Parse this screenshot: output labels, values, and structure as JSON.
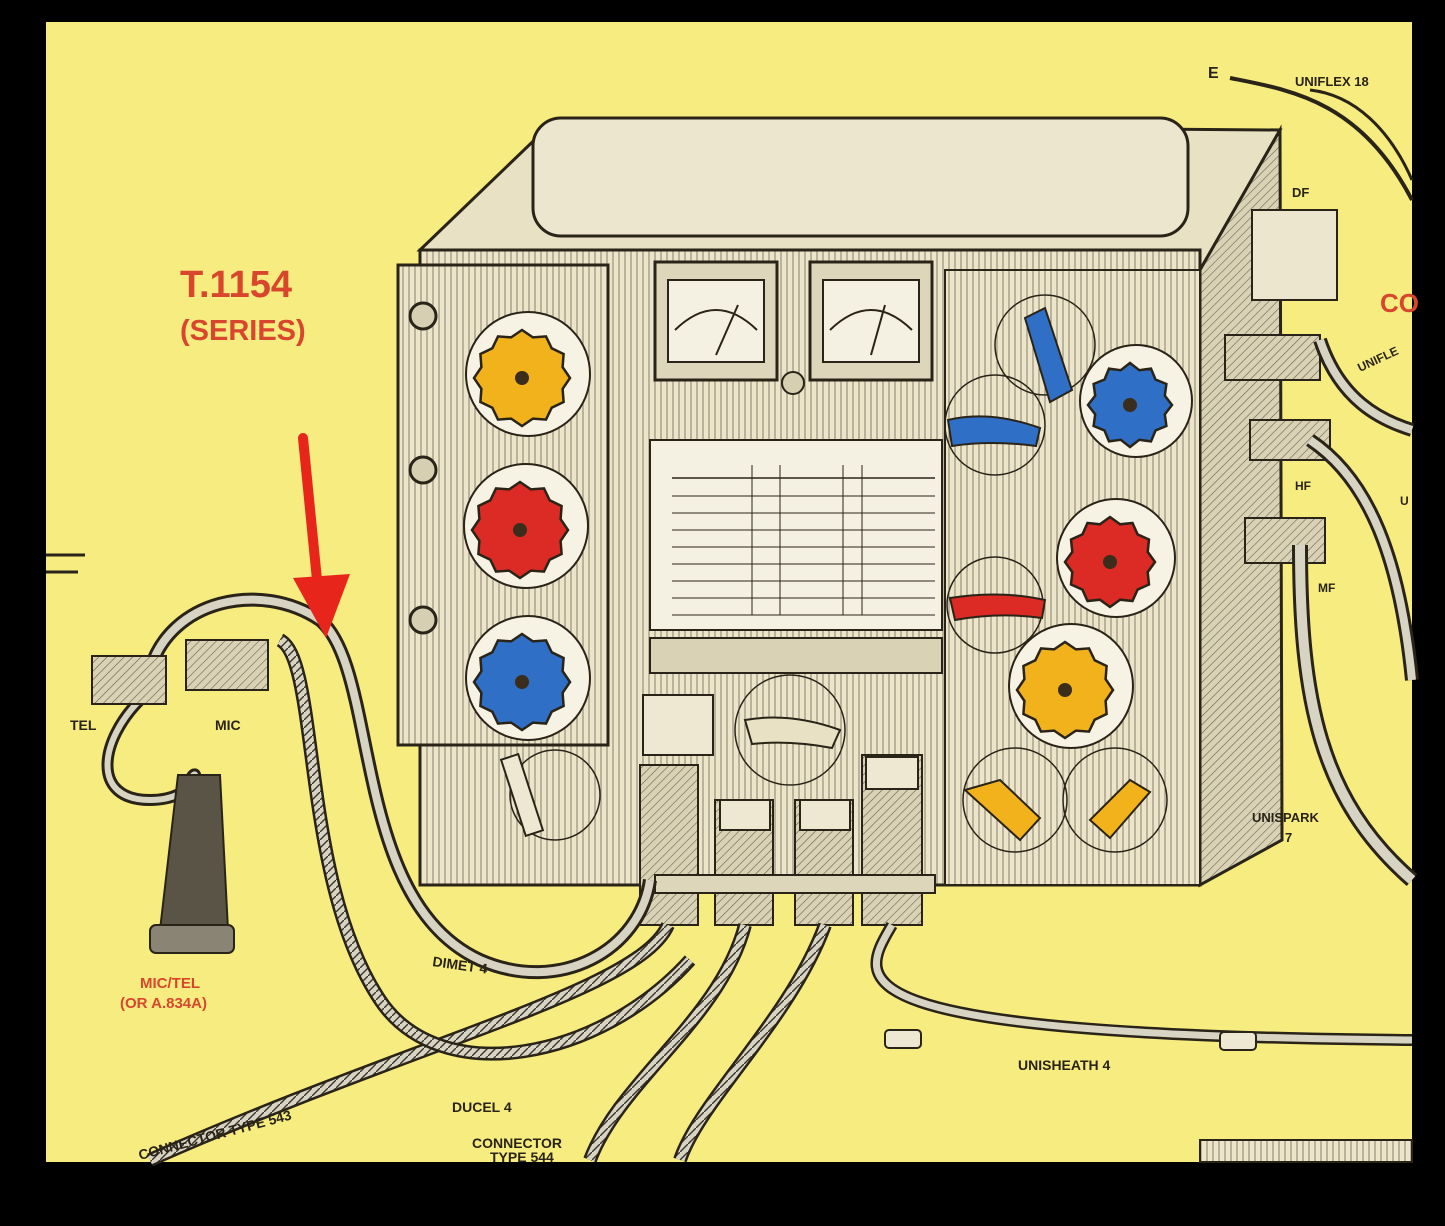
{
  "title": {
    "line1": "T.1154",
    "line2": "(SERIES)"
  },
  "labels": {
    "tel": "TEL",
    "mic": "MIC",
    "mictel_line1": "MIC/TEL",
    "mictel_line2": "(OR A.834A)",
    "dimet": "DIMET 4",
    "ducel": "DUCEL 4",
    "connector_543": "CONNECTOR TYPE 543",
    "connector_544_line1": "CONNECTOR",
    "connector_544_line2": "TYPE 544",
    "unisheath": "UNISHEATH 4",
    "unispark_line1": "UNISPARK",
    "unispark_line2": "7",
    "uniflex": "UNIFLEX 18",
    "e": "E",
    "df": "DF",
    "hf": "HF",
    "mf": "MF",
    "unifle": "UNIFLE",
    "co": "CO",
    "u": "U"
  },
  "colors": {
    "paper": "#f7ec7f",
    "frame": "#000000",
    "ink": "#2a2418",
    "title_red": "#d8472d",
    "arrow": "#e8251b",
    "knob_yellow": "#f2b21c",
    "knob_red": "#dc2a24",
    "knob_blue": "#2f6fc6",
    "panel": "#e9e2c7"
  },
  "icons": {
    "arrow": "down-arrow-icon"
  }
}
